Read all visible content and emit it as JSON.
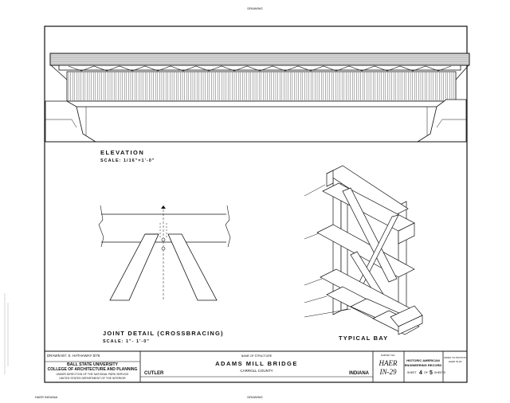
{
  "sheet": {
    "top_edge_mark": "DRAWING",
    "bottom_edge_mark": "DRAWING",
    "bottom_left_mark": "HAER INDIANA"
  },
  "elevation": {
    "title": "ELEVATION",
    "scale": "SCALE: 1/16\"=1'-0\""
  },
  "joint_detail": {
    "title": "JOINT DETAIL (CROSSBRACING)",
    "scale": "SCALE: 1\"- 1'-0\""
  },
  "typical_bay": {
    "title": "TYPICAL BAY"
  },
  "title_block": {
    "drawn_by": "DRAWN BY: S. HATHAWAY   5/76",
    "university": "BALL STATE UNIVERSITY",
    "college": "COLLEGE OF ARCHITECTURE AND PLANNING",
    "under_direction_1": "UNDER DIRECTION OF THE NATIONAL PARK SERVICE",
    "under_direction_2": "UNITED STATES DEPARTMENT OF THE INTERIOR",
    "location_town": "CUTLER",
    "project_header": "NAME OF STRUCTURE",
    "project_name": "ADAMS MILL BRIDGE",
    "county": "CARROLL COUNTY",
    "state": "INDIANA",
    "survey_no_label": "SURVEY NO.",
    "survey_line1": "HAER",
    "survey_line2": "IN-29",
    "record_line1": "HISTORIC AMERICAN",
    "record_line2": "ENGINEERING RECORD",
    "sheet_label": "SHEET",
    "sheet_num": "4",
    "of_label": "OF",
    "sheet_total": "5",
    "sheets_label": "SHEETS",
    "index_line1": "INDEX TO PHOTOS",
    "index_line2": "HAER IN-29"
  }
}
